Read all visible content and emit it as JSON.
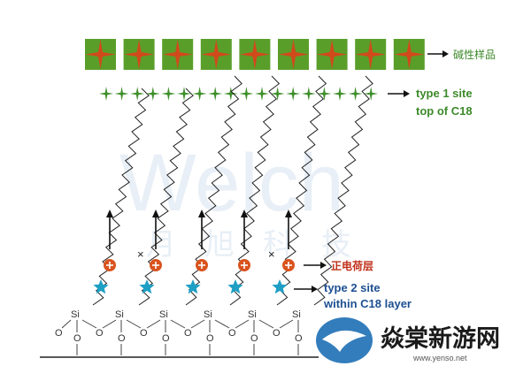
{
  "labels": {
    "basic_sample": "碱性样品",
    "type1_line1": "type 1 site",
    "type1_line2": "top of C18",
    "positive_charge_layer": "正电荷层",
    "type2_line1": "type 2 site",
    "type2_line2": "within C18 layer"
  },
  "watermark": {
    "brand": "Welch",
    "sub": "月旭科技",
    "logo_text": "焱棠新游网",
    "logo_url": "www.yenso.net"
  },
  "surface": {
    "si_label": "Si",
    "o_label": "O",
    "x_mark": "×",
    "plus_mark": "+"
  },
  "colors": {
    "square": "#5a9e2a",
    "square_star": "#d04a1c",
    "green_star": "#3f8f2b",
    "plus_circle": "#d9531e",
    "blue_star": "#1f9fc4",
    "label_red": "#c0301a",
    "label_blue": "#1d4f91",
    "label_green": "#3d8a2a"
  },
  "counts": {
    "squares": 9,
    "green_stars": 18,
    "chains": 6
  }
}
